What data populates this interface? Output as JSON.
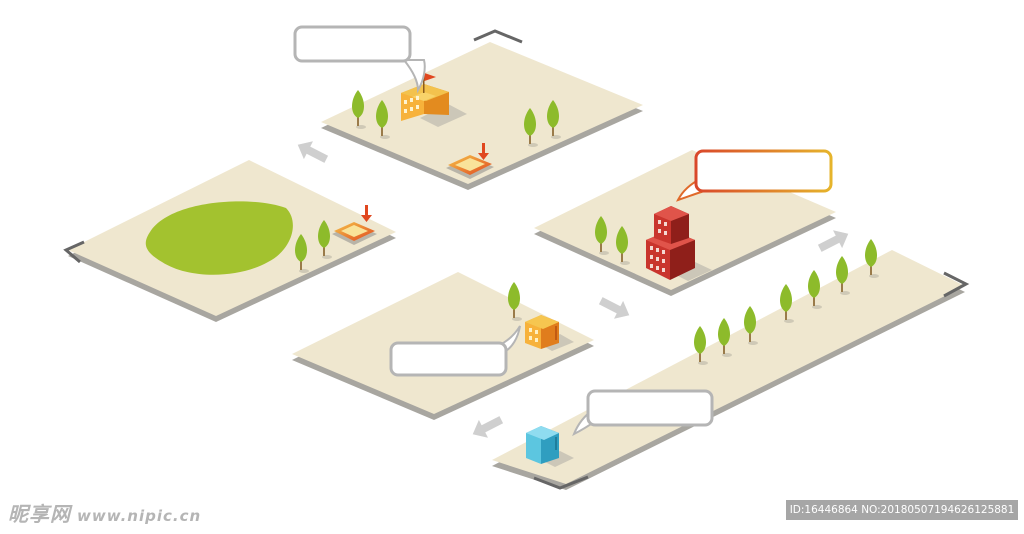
{
  "scene": {
    "background": "#ffffff",
    "land_color": "#efe7cf",
    "land_edge_color": "#a8a6a0",
    "pond_color": "#a3c22f",
    "tree_color": "#8dbb2b",
    "arrow_color": "#cfcfcf",
    "callout_border": "#b5b5b5",
    "callout_accent": "#e6a82b",
    "plots": [
      {
        "name": "top-plot"
      },
      {
        "name": "left-plot"
      },
      {
        "name": "right-plot"
      },
      {
        "name": "bottom-plot"
      },
      {
        "name": "road-plot"
      }
    ],
    "callouts": [
      {
        "name": "callout-top",
        "text": ""
      },
      {
        "name": "callout-right",
        "text": ""
      },
      {
        "name": "callout-bottom",
        "text": ""
      },
      {
        "name": "callout-road",
        "text": ""
      }
    ],
    "buildings": [
      {
        "name": "school-building",
        "colors": [
          "#f7b23b",
          "#e38b1f",
          "#f3c24d"
        ]
      },
      {
        "name": "red-office-tower",
        "colors": [
          "#c9352d",
          "#8f1f1a",
          "#e0544a"
        ]
      },
      {
        "name": "orange-shop",
        "colors": [
          "#f7b23b",
          "#e07d1d",
          "#f6c650"
        ]
      },
      {
        "name": "blue-kiosk",
        "colors": [
          "#5cc6e0",
          "#2f9ec0",
          "#8fdcf0"
        ]
      }
    ]
  },
  "watermark": {
    "site_name": "昵享网",
    "site_url": "www.nipic.cn",
    "image_info": "ID:16446864 NO:20180507194626125881"
  }
}
